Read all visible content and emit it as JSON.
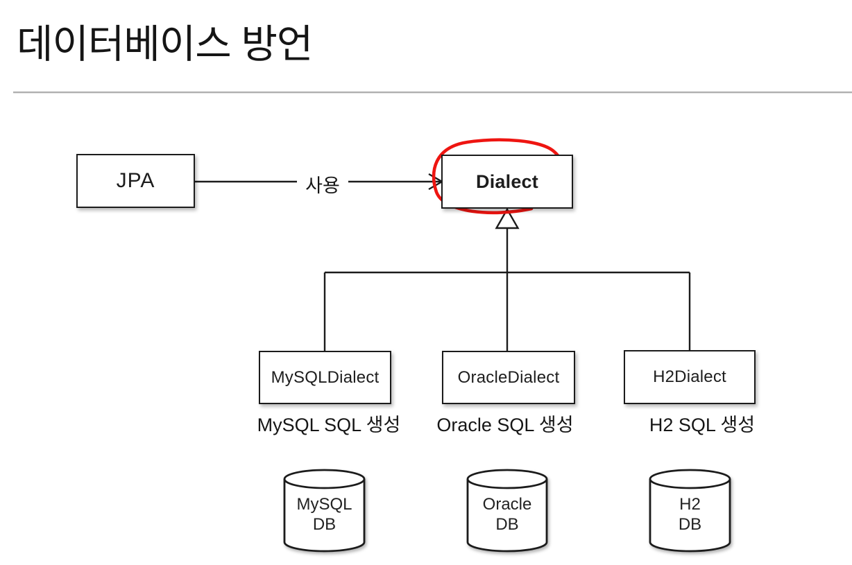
{
  "slide": {
    "title": "데이터베이스 방언"
  },
  "diagram": {
    "jpa_box_label": "JPA",
    "usage_edge_label": "사용",
    "dialect_box_label": "Dialect",
    "subclasses": [
      {
        "box_label": "MySQLDialect",
        "caption": "MySQL SQL 생성",
        "db_name": "MySQL",
        "db_suffix": "DB"
      },
      {
        "box_label": "OracleDialect",
        "caption": "Oracle SQL 생성",
        "db_name": "Oracle",
        "db_suffix": "DB"
      },
      {
        "box_label": "H2Dialect",
        "caption": "H2 SQL 생성",
        "db_name": "H2",
        "db_suffix": "DB"
      }
    ],
    "colors": {
      "line": "#1b1b1b",
      "annotation_red": "#ee1511"
    }
  }
}
